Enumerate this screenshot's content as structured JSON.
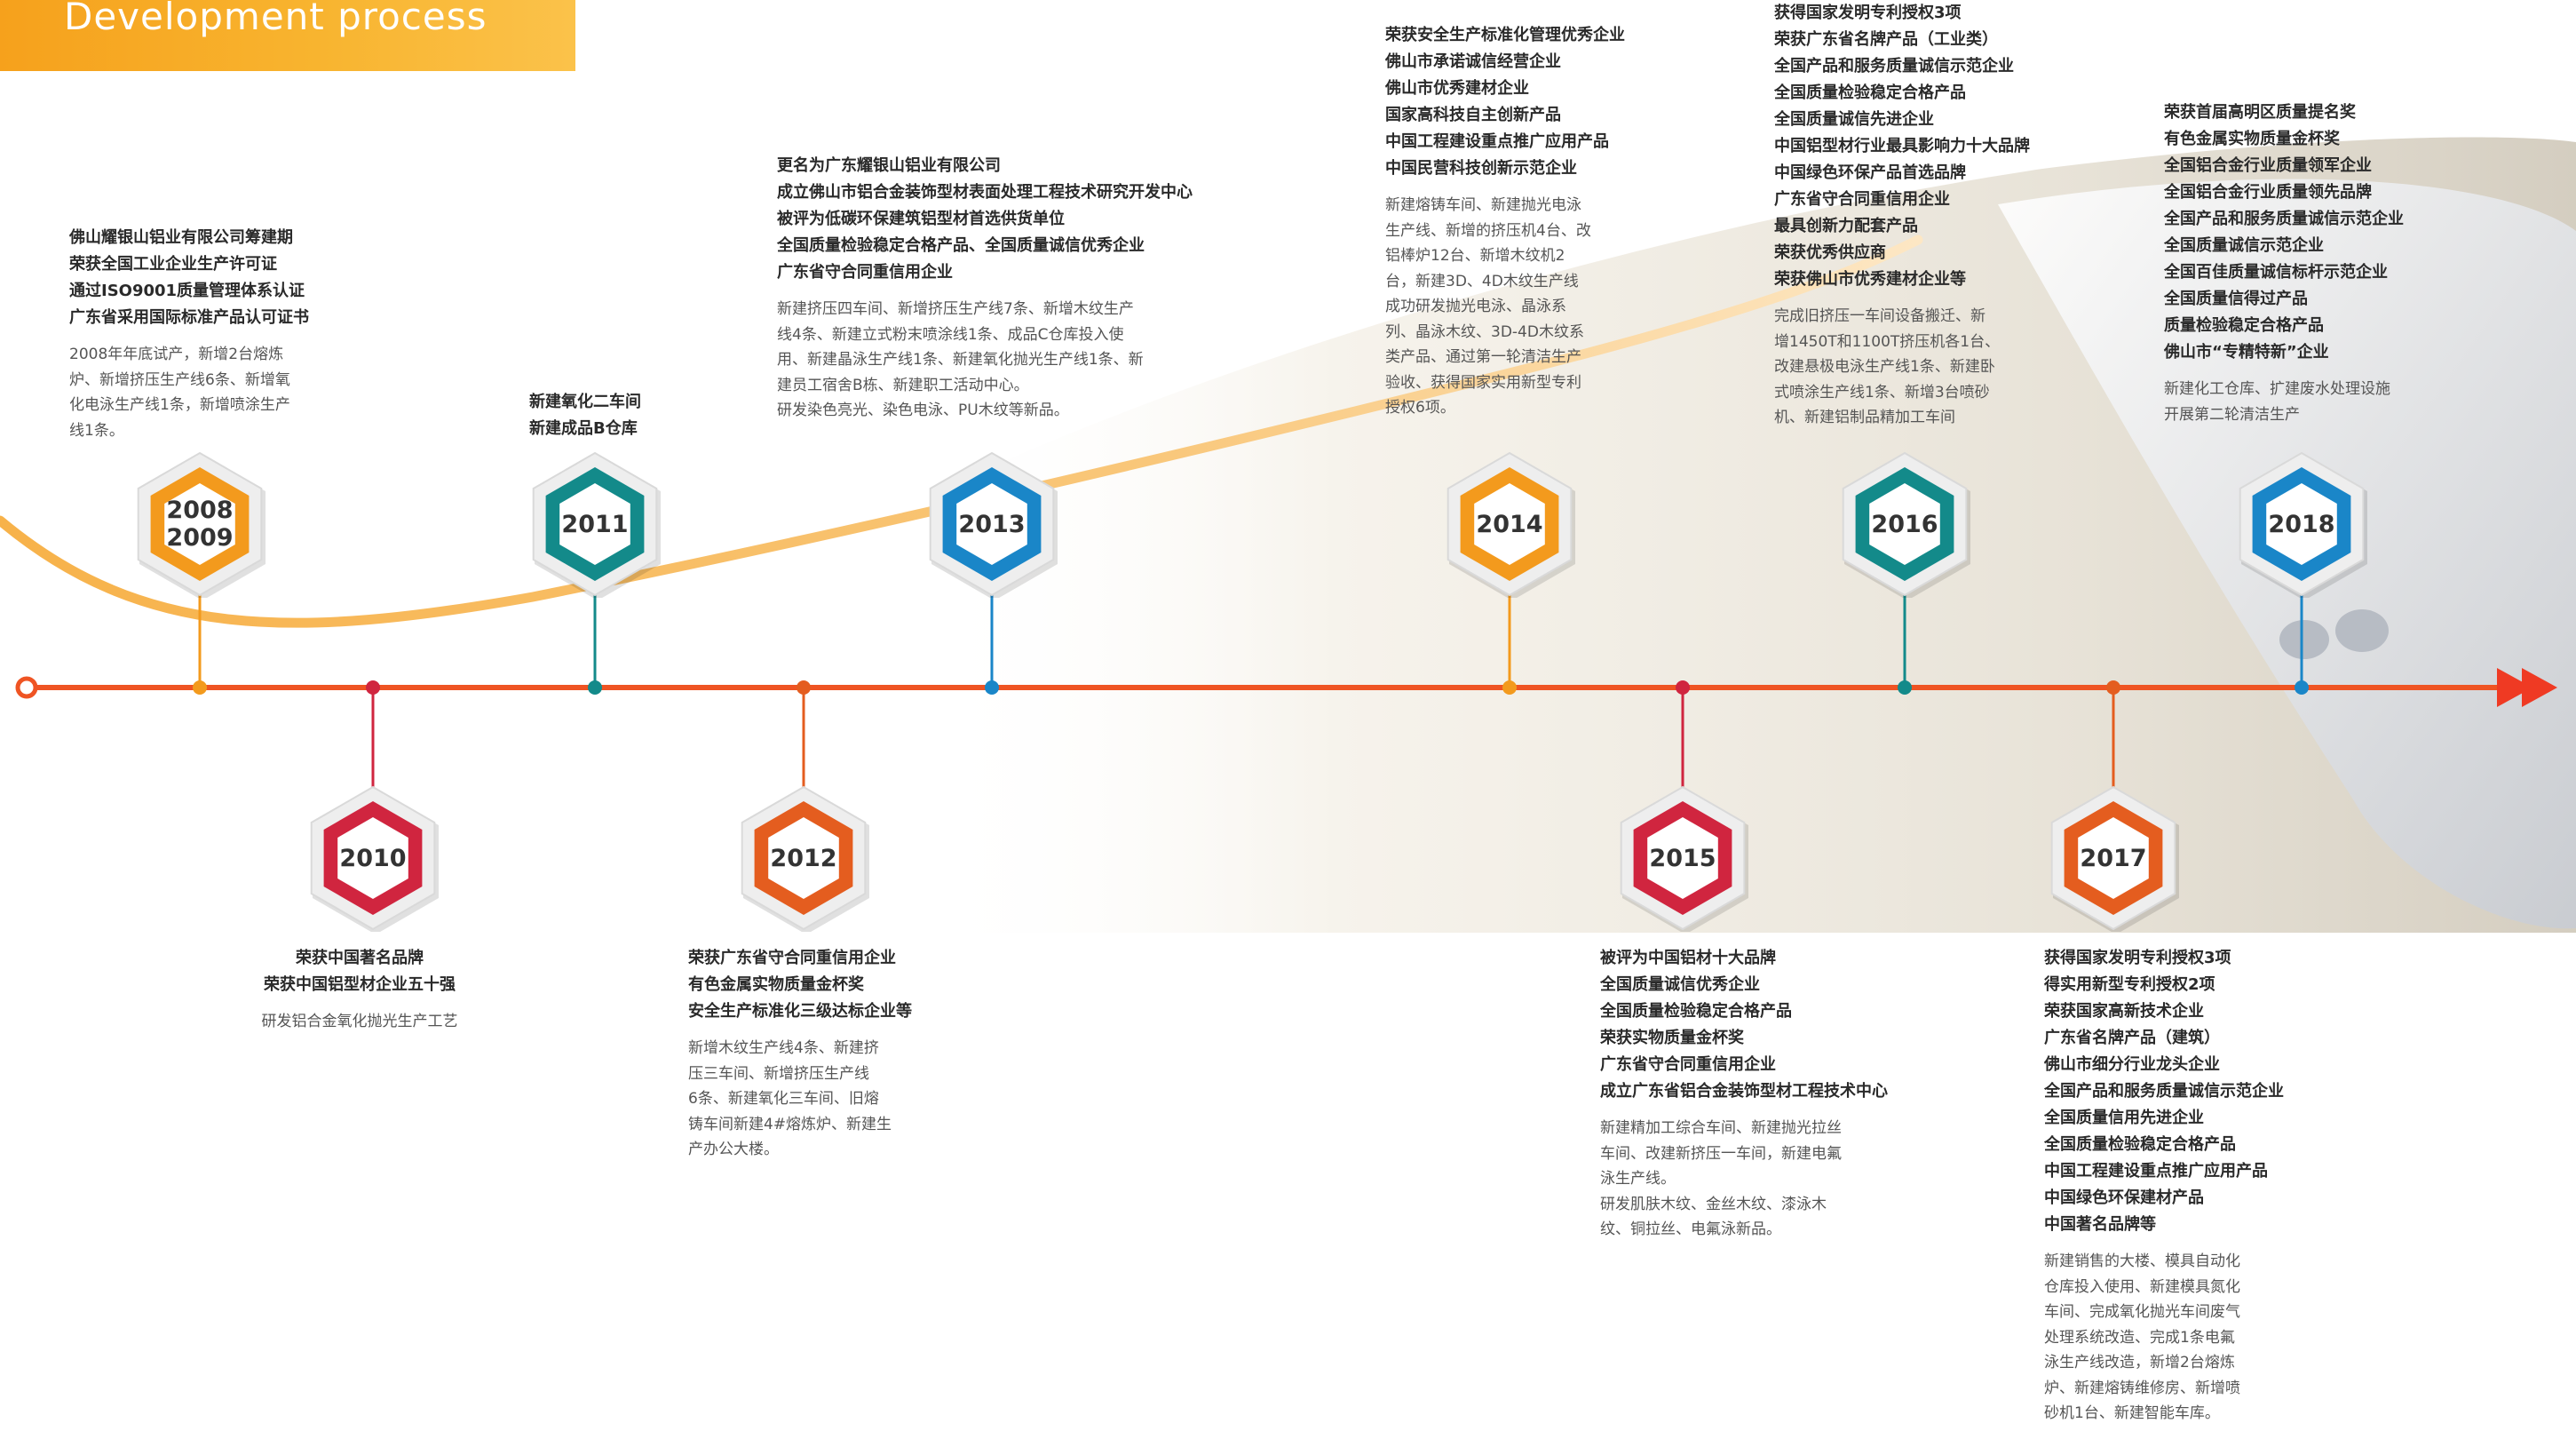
{
  "title": "Development process",
  "colors": {
    "orange": "#f39a1d",
    "teal": "#138a8a",
    "blue": "#1a86c8",
    "crimson": "#d0253f",
    "deep_orange": "#e45d1f",
    "timeline": "#ef4a23"
  },
  "milestones": [
    {
      "id": "2008",
      "year": "2008\n2009",
      "color": "orange",
      "honors": [
        "佛山耀银山铝业有限公司筹建期",
        "荣获全国工业企业生产许可证",
        "通过ISO9001质量管理体系认证",
        "广东省采用国际标准产品认可证书"
      ],
      "desc": [
        "2008年年底试产，新增2台熔炼",
        "炉、新增挤压生产线6条、新增氧",
        "化电泳生产线1条，新增喷涂生产",
        "线1条。"
      ]
    },
    {
      "id": "2010",
      "year": "2010",
      "color": "crimson",
      "honors": [
        "荣获中国著名品牌",
        "荣获中国铝型材企业五十强"
      ],
      "desc": [
        "研发铝合金氧化抛光生产工艺"
      ]
    },
    {
      "id": "2011",
      "year": "2011",
      "color": "teal",
      "honors": [
        "新建氧化二车间",
        "新建成品B仓库"
      ],
      "desc": []
    },
    {
      "id": "2012",
      "year": "2012",
      "color": "deep_orange",
      "honors": [
        "荣获广东省守合同重信用企业",
        "有色金属实物质量金杯奖",
        "安全生产标准化三级达标企业等"
      ],
      "desc": [
        "新增木纹生产线4条、新建挤",
        "压三车间、新增挤压生产线",
        "6条、新建氧化三车间、旧熔",
        "铸车间新建4#熔炼炉、新建生",
        "产办公大楼。"
      ]
    },
    {
      "id": "2013",
      "year": "2013",
      "color": "blue",
      "honors": [
        "更名为广东耀银山铝业有限公司",
        "成立佛山市铝合金装饰型材表面处理工程技术研究开发中心",
        "被评为低碳环保建筑铝型材首选供货单位",
        "全国质量检验稳定合格产品、全国质量诚信优秀企业",
        "广东省守合同重信用企业"
      ],
      "desc": [
        "新建挤压四车间、新增挤压生产线7条、新增木纹生产",
        "线4条、新建立式粉末喷涂线1条、成品C仓库投入使",
        "用、新建晶泳生产线1条、新建氧化抛光生产线1条、新",
        "建员工宿舍B栋、新建职工活动中心。",
        "研发染色亮光、染色电泳、PU木纹等新品。"
      ]
    },
    {
      "id": "2014",
      "year": "2014",
      "color": "orange",
      "honors": [
        "荣获安全生产标准化管理优秀企业",
        "佛山市承诺诚信经营企业",
        "佛山市优秀建材企业",
        "国家高科技自主创新产品",
        "中国工程建设重点推广应用产品",
        "中国民营科技创新示范企业"
      ],
      "desc": [
        "新建熔铸车间、新建抛光电泳",
        "生产线、新增的挤压机4台、改",
        "铝棒炉12台、新增木纹机2",
        "台，新建3D、4D木纹生产线",
        "成功研发抛光电泳、晶泳系",
        "列、晶泳木纹、3D-4D木纹系",
        "类产品、通过第一轮清洁生产",
        "验收、获得国家实用新型专利",
        "授权6项。"
      ]
    },
    {
      "id": "2015",
      "year": "2015",
      "color": "crimson",
      "honors": [
        "被评为中国铝材十大品牌",
        "全国质量诚信优秀企业",
        "全国质量检验稳定合格产品",
        "荣获实物质量金杯奖",
        "广东省守合同重信用企业",
        "成立广东省铝合金装饰型材工程技术中心"
      ],
      "desc": [
        "新建精加工综合车间、新建抛光拉丝",
        "车间、改建新挤压一车间，新建电氟",
        "泳生产线。",
        "研发肌肤木纹、金丝木纹、漆泳木",
        "纹、铜拉丝、电氟泳新品。"
      ]
    },
    {
      "id": "2016",
      "year": "2016",
      "color": "teal",
      "honors": [
        "获得国家发明专利授权3项",
        "荣获广东省名牌产品（工业类）",
        "全国产品和服务质量诚信示范企业",
        "全国质量检验稳定合格产品",
        "全国质量诚信先进企业",
        "中国铝型材行业最具影响力十大品牌",
        "中国绿色环保产品首选品牌",
        "广东省守合同重信用企业",
        "最具创新力配套产品",
        "荣获优秀供应商",
        "荣获佛山市优秀建材企业等"
      ],
      "desc": [
        "完成旧挤压一车间设备搬迁、新",
        "增1450T和1100T挤压机各1台、",
        "改建悬极电泳生产线1条、新建卧",
        "式喷涂生产线1条、新增3台喷砂",
        "机、新建铝制品精加工车间"
      ]
    },
    {
      "id": "2017",
      "year": "2017",
      "color": "deep_orange",
      "honors": [
        "获得国家发明专利授权3项",
        "得实用新型专利授权2项",
        "荣获国家高新技术企业",
        "广东省名牌产品（建筑）",
        "佛山市细分行业龙头企业",
        "全国产品和服务质量诚信示范企业",
        "全国质量信用先进企业",
        "全国质量检验稳定合格产品",
        "中国工程建设重点推广应用产品",
        "中国绿色环保建材产品",
        "中国著名品牌等"
      ],
      "desc": [
        "新建销售的大楼、模具自动化",
        "仓库投入使用、新建模具氮化",
        "车间、完成氧化抛光车间废气",
        "处理系统改造、完成1条电氟",
        "泳生产线改造，新增2台熔炼",
        "炉、新建熔铸维修房、新增喷",
        "砂机1台、新建智能车库。"
      ]
    },
    {
      "id": "2018",
      "year": "2018",
      "color": "blue",
      "honors": [
        "荣获首届高明区质量提名奖",
        "有色金属实物质量金杯奖",
        "全国铝合金行业质量领军企业",
        "全国铝合金行业质量领先品牌",
        "全国产品和服务质量诚信示范企业",
        "全国质量诚信示范企业",
        "全国百佳质量诚信标杆示范企业",
        "全国质量信得过产品",
        "质量检验稳定合格产品",
        "佛山市“专精特新”企业"
      ],
      "desc": [
        "新建化工仓库、扩建废水处理设施",
        "开展第二轮清洁生产"
      ]
    }
  ]
}
